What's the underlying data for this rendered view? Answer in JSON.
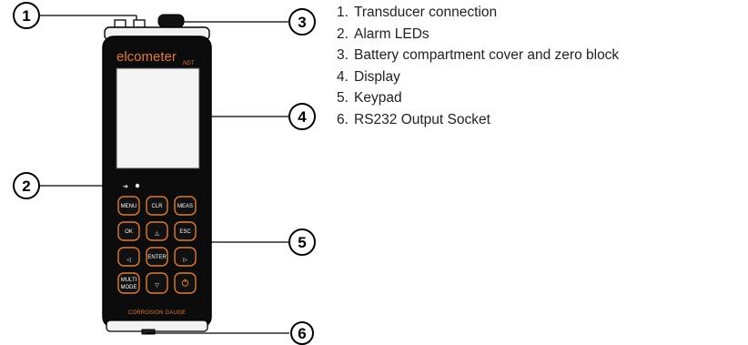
{
  "device": {
    "brand": "elcometer",
    "brand_sub": "NDT",
    "footer": "CORROSION GAUGE",
    "keys": {
      "menu": "MENU",
      "clr": "CLR",
      "meas": "MEAS",
      "ok": "OK",
      "up": "△",
      "esc": "ESC",
      "left": "◁",
      "enter": "ENTER",
      "right": "▷",
      "multi_mode_1": "MULTI",
      "multi_mode_2": "MODE",
      "down": "▽",
      "power_icon": "power-icon"
    }
  },
  "callouts": [
    "1",
    "2",
    "3",
    "4",
    "5",
    "6"
  ],
  "legend": [
    {
      "num": "1.",
      "label": "Transducer connection"
    },
    {
      "num": "2.",
      "label": "Alarm LEDs"
    },
    {
      "num": "3.",
      "label": "Battery compartment cover and zero block"
    },
    {
      "num": "4.",
      "label": "Display"
    },
    {
      "num": "5.",
      "label": "Keypad"
    },
    {
      "num": "6.",
      "label": "RS232 Output Socket"
    }
  ],
  "colors": {
    "body": "#0c0c0c",
    "accent": "#e07a2e",
    "screen": "#f4f4f4"
  }
}
